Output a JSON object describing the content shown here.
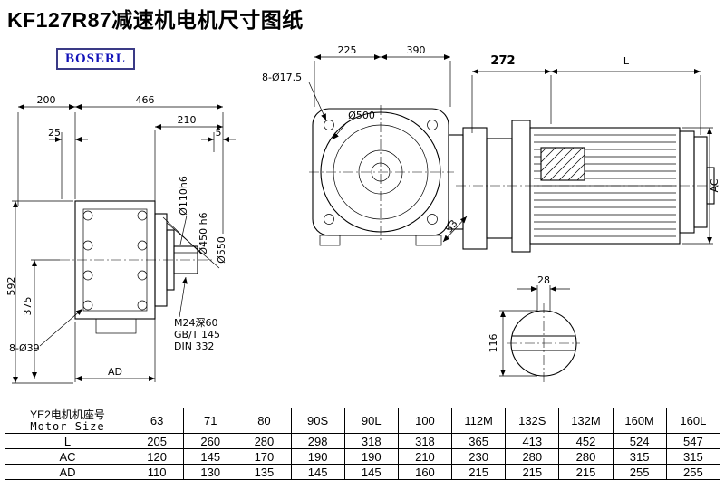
{
  "page": {
    "title": "KF127R87减速机电机尺寸图纸",
    "logo": "BOSERL"
  },
  "left_view": {
    "dim_200": "200",
    "dim_466": "466",
    "dim_210": "210",
    "dim_5": "5",
    "dim_25": "25",
    "dim_592": "592",
    "dim_375": "375",
    "holes_note": "8-Ø39",
    "dim_ad": "AD",
    "thread_note": "M24深60",
    "standard_gb": "GB/T 145",
    "standard_din": "DIN 332",
    "dia_shaft": "Ø110h6",
    "dia_spigot": "Ø450 h6",
    "dia_flange": "Ø550"
  },
  "right_view": {
    "dim_225": "225",
    "dim_390": "390",
    "holes_note": "8-Ø17.5",
    "dia_500": "Ø500",
    "dim_272": "272",
    "dim_L": "L",
    "dim_AC": "AC",
    "dim_53": "53",
    "key_width": "28",
    "shaft_dia": "116"
  },
  "table": {
    "row_header_cn": "YE2电机机座号",
    "row_header_en": "Motor Size",
    "sizes": [
      "63",
      "71",
      "80",
      "90S",
      "90L",
      "100",
      "112M",
      "132S",
      "132M",
      "160M",
      "160L"
    ],
    "rows": [
      {
        "label": "L",
        "values": [
          "205",
          "260",
          "280",
          "298",
          "318",
          "318",
          "365",
          "413",
          "452",
          "524",
          "547"
        ]
      },
      {
        "label": "AC",
        "values": [
          "120",
          "145",
          "170",
          "190",
          "190",
          "210",
          "230",
          "280",
          "280",
          "315",
          "315"
        ]
      },
      {
        "label": "AD",
        "values": [
          "110",
          "130",
          "135",
          "145",
          "145",
          "160",
          "215",
          "215",
          "215",
          "255",
          "255"
        ]
      }
    ]
  }
}
